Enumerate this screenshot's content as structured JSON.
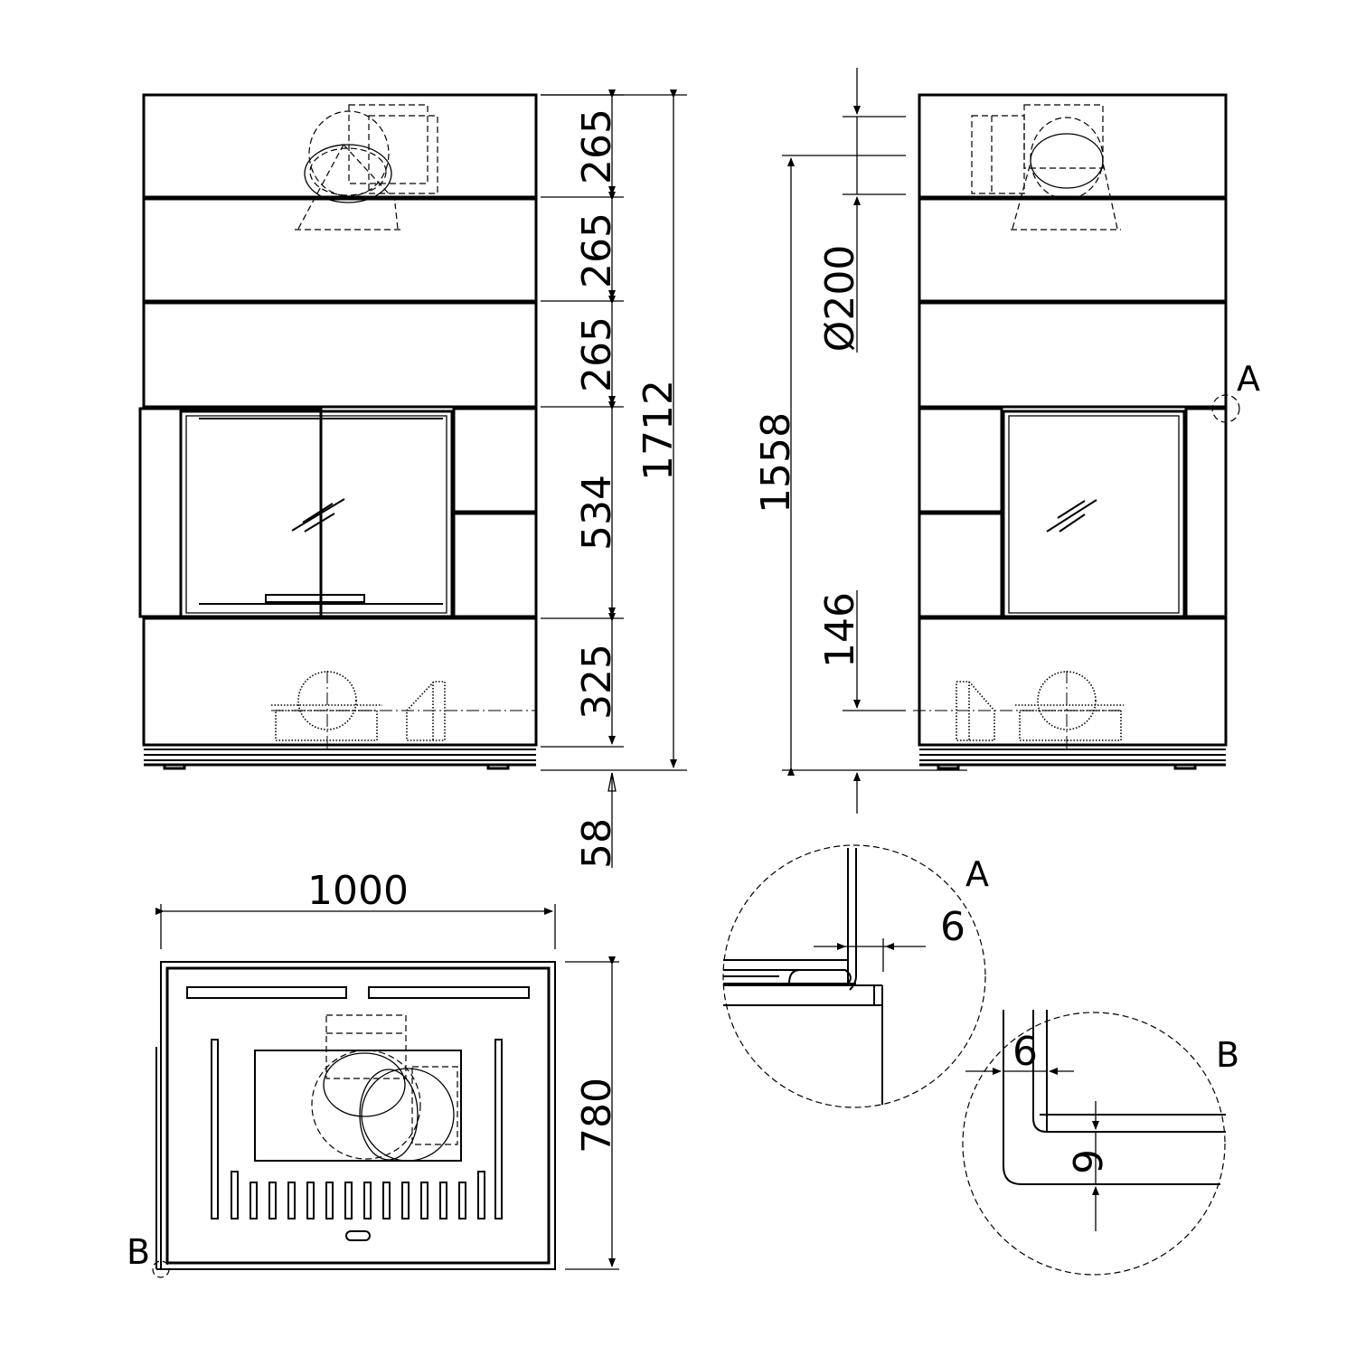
{
  "drawing": {
    "front_view": {
      "dimensions": {
        "panel_1": "265",
        "panel_2": "265",
        "panel_3": "265",
        "firebox": "534",
        "base": "325",
        "overall_height": "1712",
        "feet": "58"
      }
    },
    "side_view": {
      "dimensions": {
        "flue_diameter": "Ø200",
        "flue_height": "1558",
        "air_inlet_height": "146"
      },
      "detail_callout": "A"
    },
    "top_view": {
      "dimensions": {
        "width": "1000",
        "depth": "780"
      },
      "detail_callout": "B"
    },
    "detail_a": {
      "label": "A",
      "dimension": "6"
    },
    "detail_b": {
      "label": "B",
      "dimension_horizontal": "6",
      "dimension_vertical": "6"
    }
  }
}
